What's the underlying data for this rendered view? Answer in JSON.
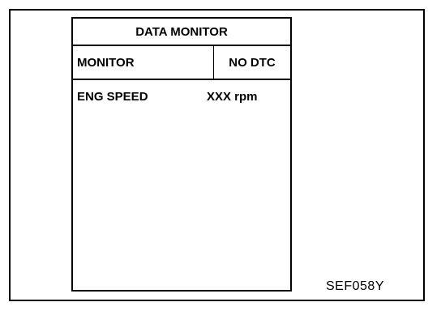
{
  "screen": {
    "title": "DATA MONITOR",
    "header": {
      "left": "MONITOR",
      "right": "NO DTC"
    },
    "items": [
      {
        "label": "ENG SPEED",
        "value": "XXX rpm"
      }
    ]
  },
  "figure": {
    "code": "SEF058Y"
  }
}
